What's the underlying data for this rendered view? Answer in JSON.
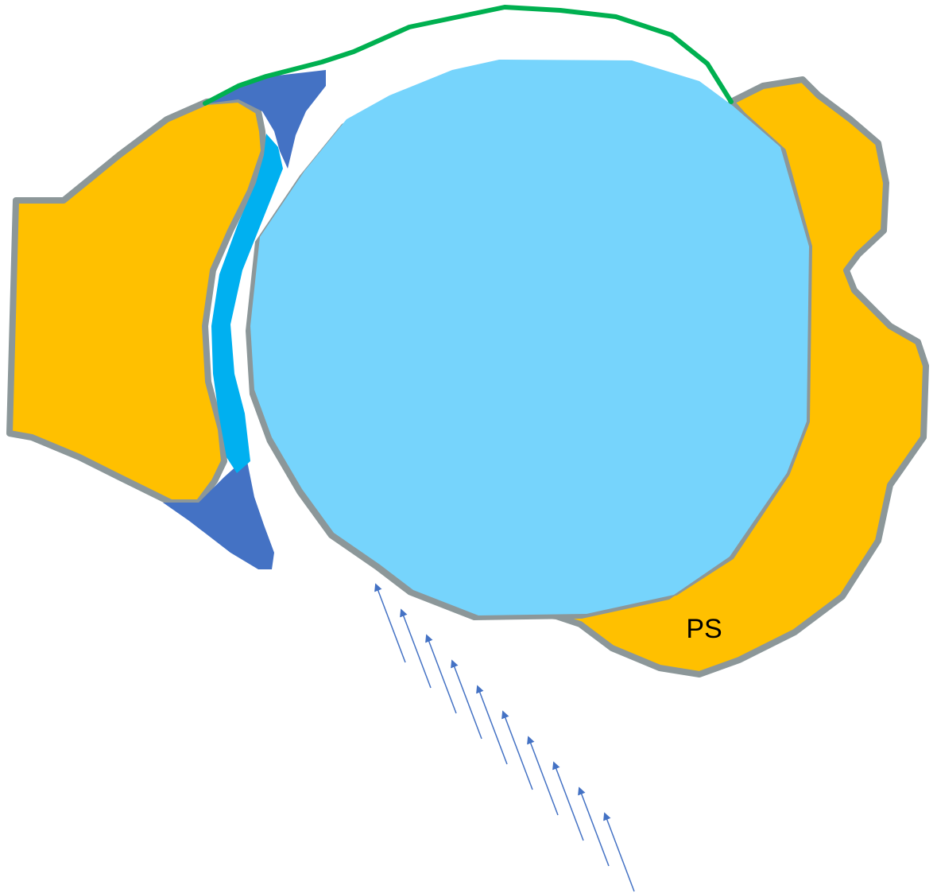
{
  "labels": {
    "ps": "PS"
  },
  "colors": {
    "bone": "#FFC000",
    "outline": "#8C9799",
    "head": "#76D4FC",
    "labrum": "#4472C4",
    "cartilage": "#00B0F0",
    "capsule": "#00B050",
    "arrow": "#4472C4",
    "label": "#000000"
  },
  "arrows": {
    "count": 10,
    "direction": "up-left"
  }
}
